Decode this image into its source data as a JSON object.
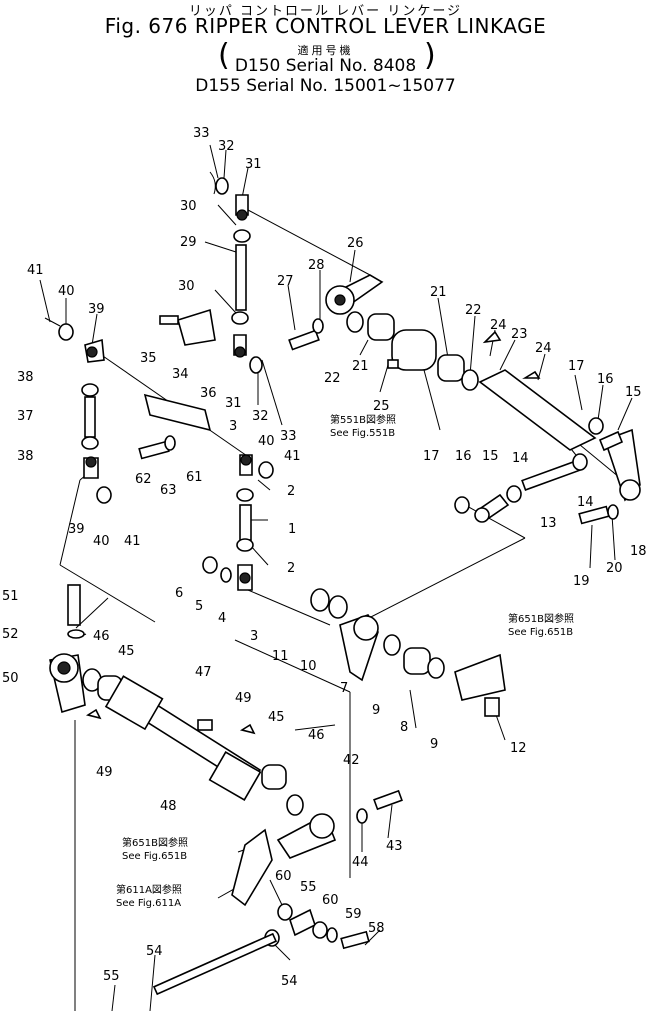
{
  "header": {
    "japanese_title": "リッパ コントロール レバー リンケージ",
    "title": "Fig. 676 RIPPER CONTROL LEVER LINKAGE",
    "applicability_jp": "適用号機",
    "serial_line_1": "D150 Serial No. 8408",
    "serial_line_2": "D155 Serial No. 15001~15077"
  },
  "refs": [
    {
      "jp": "第551B図参照",
      "en": "See Fig.551B"
    },
    {
      "jp": "第651B図参照",
      "en": "See Fig.651B"
    },
    {
      "jp": "第651B図参照",
      "en": "See Fig.651B"
    },
    {
      "jp": "第611A図参照",
      "en": "See Fig.611A"
    }
  ],
  "labels": [
    "33",
    "32",
    "31",
    "30",
    "29",
    "26",
    "27",
    "28",
    "30",
    "41",
    "40",
    "39",
    "35",
    "34",
    "36",
    "22",
    "21",
    "22",
    "24",
    "23",
    "24",
    "21",
    "25",
    "38",
    "37",
    "31",
    "32",
    "33",
    "17",
    "16",
    "15",
    "38",
    "3",
    "40",
    "41",
    "62",
    "63",
    "61",
    "2",
    "1",
    "17",
    "16",
    "15",
    "14",
    "13",
    "14",
    "18",
    "39",
    "40",
    "41",
    "2",
    "19",
    "20",
    "6",
    "5",
    "4",
    "51",
    "52",
    "46",
    "3",
    "11",
    "10",
    "50",
    "45",
    "7",
    "9",
    "8",
    "9",
    "12",
    "47",
    "49",
    "45",
    "46",
    "42",
    "49",
    "48",
    "43",
    "44",
    "60",
    "55",
    "60",
    "59",
    "58",
    "54",
    "55",
    "54"
  ]
}
